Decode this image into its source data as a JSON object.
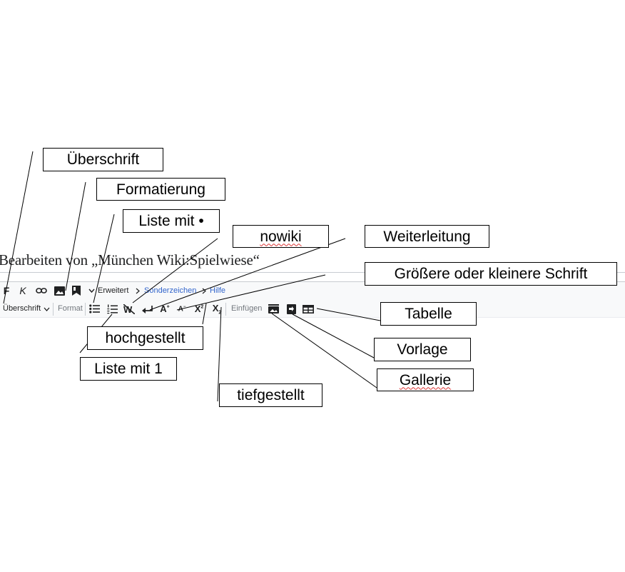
{
  "page": {
    "heading": "Bearbeiten von „München Wiki:Spielwiese“"
  },
  "toolbar": {
    "bold": "F",
    "italic": "K",
    "advanced": "Erweitert",
    "special_chars": "Sonderzeichen",
    "help": "Hilfe",
    "heading_select": "Überschrift",
    "format": "Format",
    "insert": "Einfügen"
  },
  "callouts": {
    "ueberschrift": "Überschrift",
    "formatierung": "Formatierung",
    "liste_bullet": "Liste mit •",
    "nowiki": "nowiki",
    "weiterleitung": "Weiterleitung",
    "schrift": "Größere oder kleinere Schrift",
    "tabelle": "Tabelle",
    "hochgestellt": "hochgestellt",
    "liste_1": "Liste mit 1",
    "vorlage": "Vorlage",
    "gallerie": "Gallerie",
    "tiefgestellt": "tiefgestellt"
  }
}
